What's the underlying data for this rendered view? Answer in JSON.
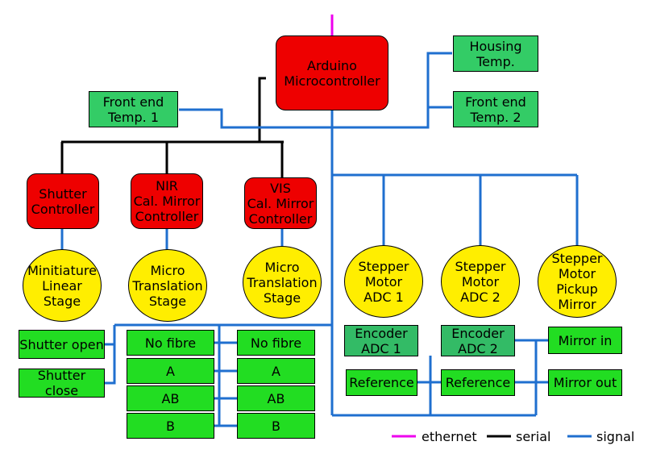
{
  "colors": {
    "ethernet": "#ee00ee",
    "serial": "#000000",
    "signal": "#1f6fcf",
    "controller_fill": "#ee0000",
    "stage_fill": "#ffee00",
    "switch_fill": "#22dd22",
    "sensor_fill": "#33cc66",
    "encoder_fill": "#33bb66"
  },
  "nodes": {
    "arduino": [
      "Arduino",
      "Microcontroller"
    ],
    "housing_temp": [
      "Housing",
      "Temp."
    ],
    "front_end_temp_1": [
      "Front end",
      "Temp. 1"
    ],
    "front_end_temp_2": [
      "Front end",
      "Temp. 2"
    ],
    "shutter_controller": [
      "Shutter",
      "Controller"
    ],
    "nir_controller": [
      "NIR",
      "Cal. Mirror",
      "Controller"
    ],
    "vis_controller": [
      "VIS",
      "Cal. Mirror",
      "Controller"
    ],
    "linear_stage": [
      "Minitiature",
      "Linear",
      "Stage"
    ],
    "nir_stage": [
      "Micro",
      "Translation",
      "Stage"
    ],
    "vis_stage": [
      "Micro",
      "Translation",
      "Stage"
    ],
    "stepper_adc_1": [
      "Stepper",
      "Motor",
      "ADC 1"
    ],
    "stepper_adc_2": [
      "Stepper",
      "Motor",
      "ADC 2"
    ],
    "stepper_pickup": [
      "Stepper",
      "Motor",
      "Pickup",
      "Mirror"
    ],
    "shutter_open": [
      "Shutter open"
    ],
    "shutter_close": [
      "Shutter close"
    ],
    "nir_no_fibre": [
      "No fibre"
    ],
    "nir_a": [
      "A"
    ],
    "nir_ab": [
      "AB"
    ],
    "nir_b": [
      "B"
    ],
    "vis_no_fibre": [
      "No fibre"
    ],
    "vis_a": [
      "A"
    ],
    "vis_ab": [
      "AB"
    ],
    "vis_b": [
      "B"
    ],
    "encoder_adc_1": [
      "Encoder",
      "ADC 1"
    ],
    "encoder_adc_2": [
      "Encoder",
      "ADC 2"
    ],
    "reference_1": [
      "Reference"
    ],
    "reference_2": [
      "Reference"
    ],
    "mirror_in": [
      "Mirror in"
    ],
    "mirror_out": [
      "Mirror out"
    ]
  },
  "legend": {
    "ethernet": "ethernet",
    "serial": "serial",
    "signal": "signal"
  }
}
